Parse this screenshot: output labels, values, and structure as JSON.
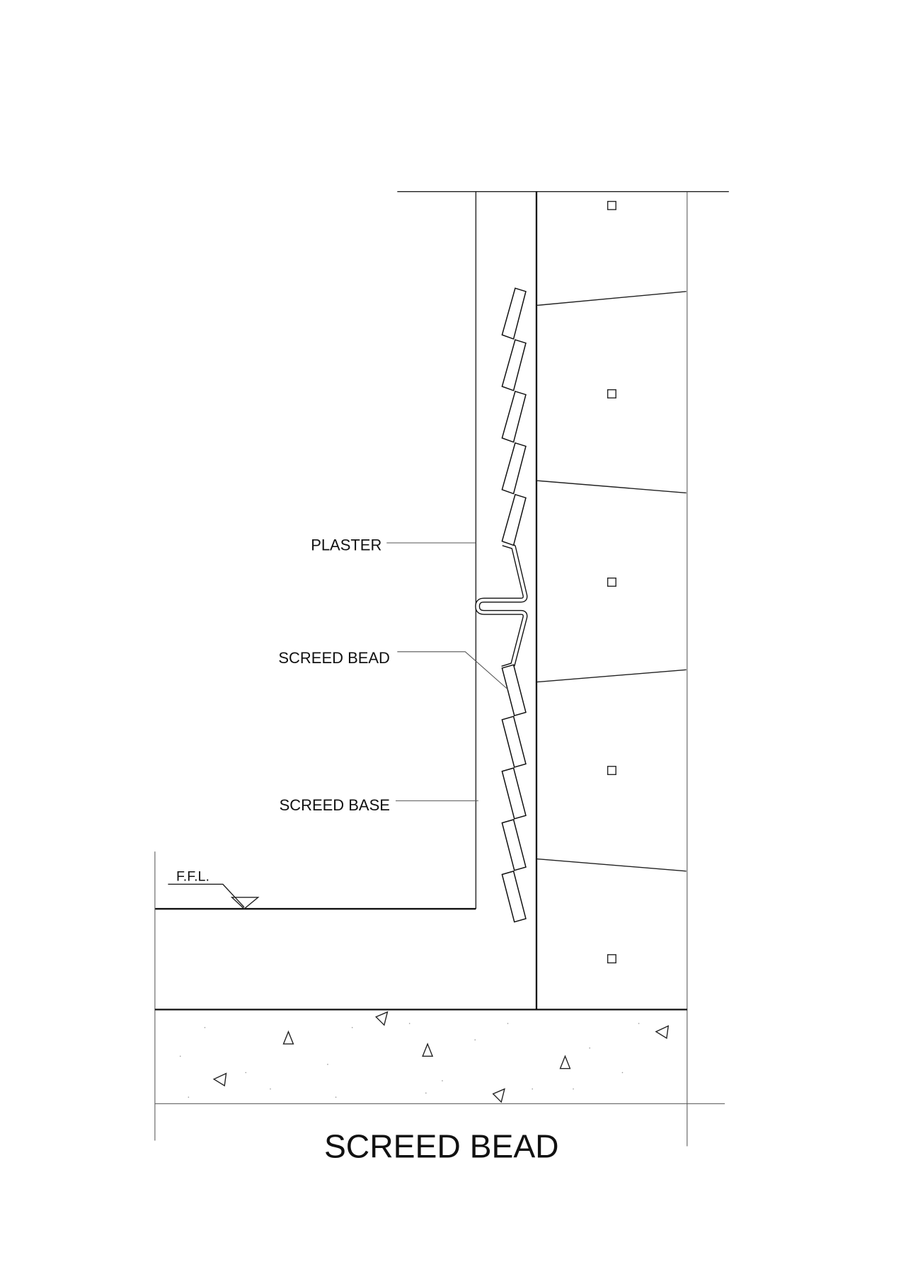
{
  "labels": {
    "plaster": "PLASTER",
    "screed_bead": "SCREED BEAD",
    "screed_base": "SCREED BASE",
    "ffl": "F.F.L."
  },
  "title": "SCREED BEAD"
}
